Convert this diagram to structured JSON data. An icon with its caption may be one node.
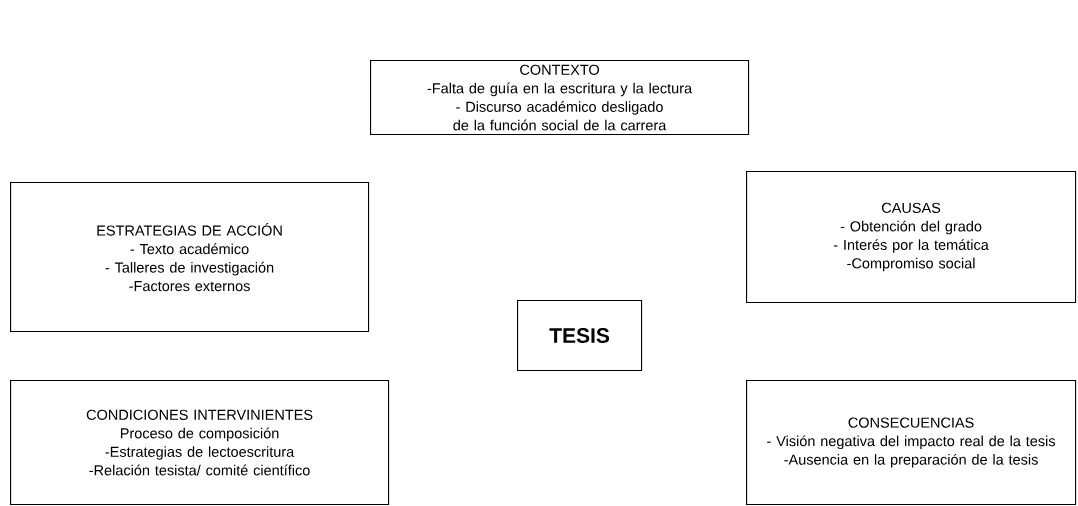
{
  "diagram": {
    "nodes": [
      {
        "text": [
          "CONTEXTO",
          "-Falta de guía en la escritura y la lectura",
          "- Discurso académico desligado de la función social de la carrera"
        ]
      },
      {
        "text": [
          "ESTRATEGIAS DE ACCIÓN",
          "- Texto académico",
          "- Talleres de investigación",
          "-Factores externos"
        ]
      },
      {
        "text": [
          "CAUSAS",
          "- Obtención del grado",
          "- Interés por la temática",
          "-Compromiso social"
        ]
      },
      {
        "text": [
          "TESIS"
        ]
      },
      {
        "text": [
          "CONDICIONES INTERVINIENTES",
          "Proceso de composición",
          "-Estrategias de lectoescritura",
          "-Relación tesista/ comité científico"
        ]
      },
      {
        "text": [
          "CONSECUENCIAS",
          "- Visión negativa del impacto real de la tesis",
          "-Ausencia en la preparación de la tesis"
        ]
      }
    ]
  }
}
